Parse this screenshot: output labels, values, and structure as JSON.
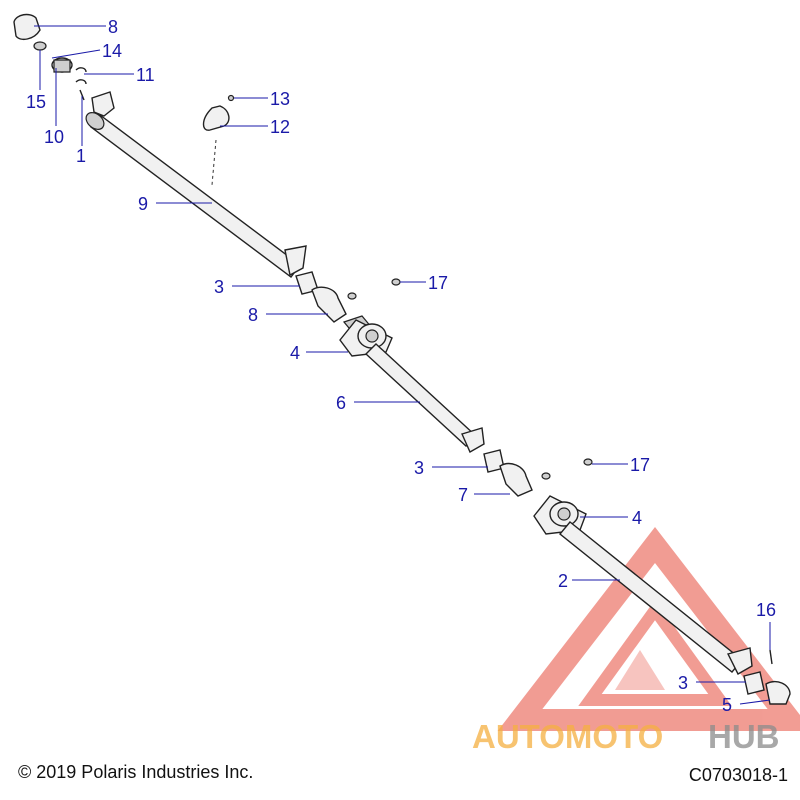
{
  "callouts": [
    {
      "label": "8"
    },
    {
      "label": "14"
    },
    {
      "label": "11"
    },
    {
      "label": "15"
    },
    {
      "label": "10"
    },
    {
      "label": "1"
    },
    {
      "label": "13"
    },
    {
      "label": "12"
    },
    {
      "label": "9"
    },
    {
      "label": "3"
    },
    {
      "label": "17"
    },
    {
      "label": "8"
    },
    {
      "label": "4"
    },
    {
      "label": "6"
    },
    {
      "label": "3"
    },
    {
      "label": "17"
    },
    {
      "label": "7"
    },
    {
      "label": "4"
    },
    {
      "label": "2"
    },
    {
      "label": "16"
    },
    {
      "label": "3"
    },
    {
      "label": "5"
    }
  ],
  "watermark": {
    "part1": "AUTOMOTO",
    "part2": "HUB",
    "color_orange": "#f5b041",
    "color_red": "#e74c3c",
    "color_grey": "#8c8c8c"
  },
  "footer": {
    "copyright": "© 2019 Polaris Industries Inc.",
    "diagram_code": "C0703018-1"
  },
  "colors": {
    "callout": "#1a1aa8",
    "line_art": "#222222"
  }
}
